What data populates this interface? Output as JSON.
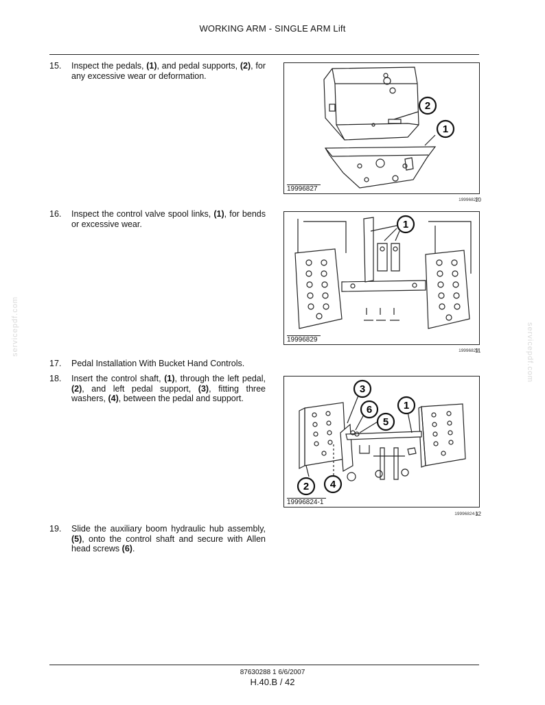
{
  "header": {
    "title": "WORKING ARM - SINGLE ARM Lift"
  },
  "steps": [
    {
      "number": "15.",
      "parts": [
        {
          "t": "Inspect the pedals, "
        },
        {
          "t": "(1)",
          "b": true
        },
        {
          "t": ", and pedal supports, "
        },
        {
          "t": "(2)",
          "b": true
        },
        {
          "t": ", for any excessive wear or deformation."
        }
      ]
    },
    {
      "number": "16.",
      "parts": [
        {
          "t": "Inspect the control valve spool links, "
        },
        {
          "t": "(1)",
          "b": true
        },
        {
          "t": ", for bends or excessive wear."
        }
      ]
    },
    {
      "number": "17.",
      "parts": [
        {
          "t": "Pedal Installation With Bucket Hand Controls."
        }
      ]
    },
    {
      "number": "18.",
      "parts": [
        {
          "t": "Insert the control shaft, "
        },
        {
          "t": "(1)",
          "b": true
        },
        {
          "t": ", through the left pedal, "
        },
        {
          "t": "(2)",
          "b": true
        },
        {
          "t": ", and left pedal support, "
        },
        {
          "t": "(3)",
          "b": true
        },
        {
          "t": ", fitting three washers, "
        },
        {
          "t": "(4)",
          "b": true
        },
        {
          "t": ", between the pedal and support."
        }
      ]
    },
    {
      "number": "19.",
      "parts": [
        {
          "t": "Slide the auxiliary boom hydraulic hub assembly, "
        },
        {
          "t": "(5)",
          "b": true
        },
        {
          "t": ", onto the control shaft and secure with Allen head screws "
        },
        {
          "t": "(6)",
          "b": true
        },
        {
          "t": "."
        }
      ]
    }
  ],
  "figures": [
    {
      "code": "19996827",
      "caption": "19996827",
      "number": "10",
      "callouts": [
        "2",
        "1"
      ]
    },
    {
      "code": "19996829",
      "caption": "19996829",
      "number": "11",
      "callouts": [
        "1"
      ]
    },
    {
      "code": "19996824-1",
      "caption": "19996824-1",
      "number": "12",
      "callouts": [
        "3",
        "6",
        "5",
        "1",
        "2",
        "4"
      ]
    }
  ],
  "watermark": "servicepdf.com",
  "footer": {
    "doc_code": "87630288 1 6/6/2007",
    "page": "H.40.B / 42"
  }
}
